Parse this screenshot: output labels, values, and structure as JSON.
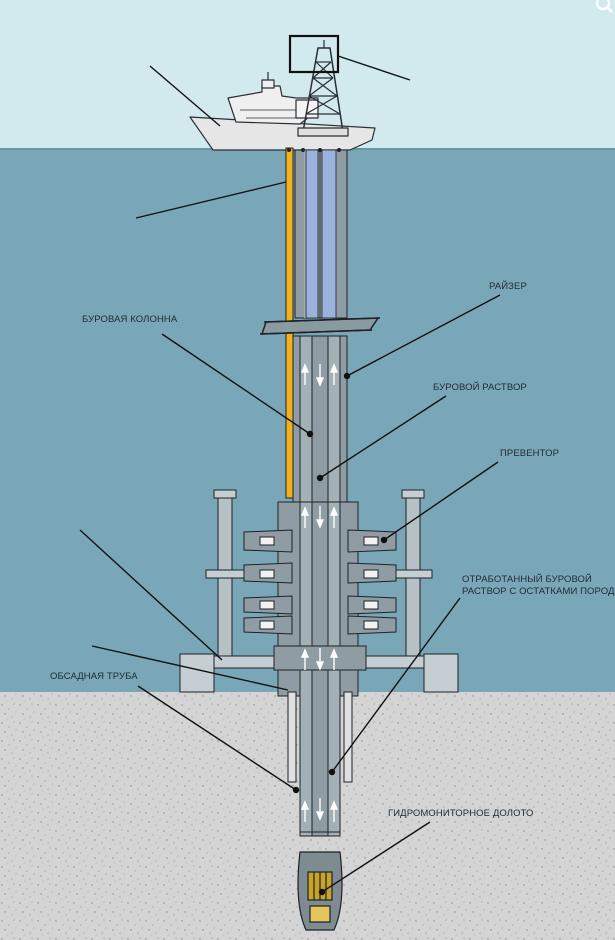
{
  "labels": {
    "drill_string": "БУРОВАЯ КОЛОННА",
    "riser": "РАЙЗЕР",
    "drilling_mud": "БУРОВОЙ РАСТВОР",
    "preventer": "ПРЕВЕНТОР",
    "spent_mud_line1": "ОТРАБОТАННЫЙ БУРОВОЙ",
    "spent_mud_line2": "РАСТВОР С ОСТАТКАМИ ПОРОДЫ",
    "casing": "ОБСАДНАЯ ТРУБА",
    "jet_bit": "ГИДРОМОНИТОРНОЕ ДОЛОТО"
  },
  "icons": {
    "zoom": "magnifier-icon"
  },
  "colors": {
    "sky": "#d2e9ee",
    "sea": "#7aa7b7",
    "seabed": "#d3d3d3",
    "pipe": "#8f9ca3",
    "pipe_inner": "#a3b0b6",
    "riser_blue": "#9bb3dc",
    "umbilical_yellow": "#f2b21c",
    "outline": "#1d2226"
  }
}
